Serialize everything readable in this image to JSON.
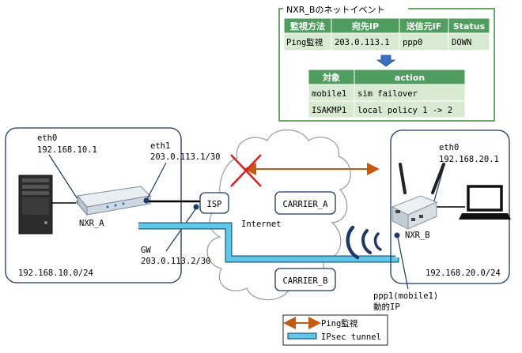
{
  "event_panel": {
    "title": "NXR_Bのネットイベント",
    "monitor_table": {
      "headers": [
        "監視方法",
        "宛先IP",
        "送信元IF",
        "Status"
      ],
      "row": [
        "Ping監視",
        "203.0.113.1",
        "ppp0",
        "DOWN"
      ]
    },
    "action_table": {
      "headers": [
        "対象",
        "action"
      ],
      "rows": [
        [
          "mobile1",
          "sim failover"
        ],
        [
          "ISAKMP1",
          "local policy 1 -> 2"
        ]
      ]
    }
  },
  "left_site": {
    "eth0_label": "eth0",
    "eth0_ip": "192.168.10.1",
    "router_name": "NXR_A",
    "subnet": "192.168.10.0/24",
    "eth1_label": "eth1",
    "eth1_ip": "203.0.113.1/30",
    "gw_label": "GW",
    "gw_ip": "203.0.113.2/30"
  },
  "network": {
    "isp": "ISP",
    "internet": "Internet",
    "carrier_a": "CARRIER_A",
    "carrier_b": "CARRIER_B"
  },
  "right_site": {
    "eth0_label": "eth0",
    "eth0_ip": "192.168.20.1",
    "router_name": "NXR_B",
    "subnet": "192.168.20.0/24",
    "ppp1_label": "ppp1(mobile1)",
    "dynamic_ip": "動的IP"
  },
  "legend": {
    "ping": "Ping監視",
    "ipsec": "IPsec tunnel"
  },
  "colors": {
    "header_green": "#4f9e5f",
    "row_green": "#d8ead2",
    "panel_border": "#3a8a3a",
    "site_border": "#1f3864",
    "ping_arrow": "#c55a11",
    "tunnel": "#5ec8ea",
    "fail_x": "#e02020",
    "down_arrow": "#3a6fc4"
  }
}
